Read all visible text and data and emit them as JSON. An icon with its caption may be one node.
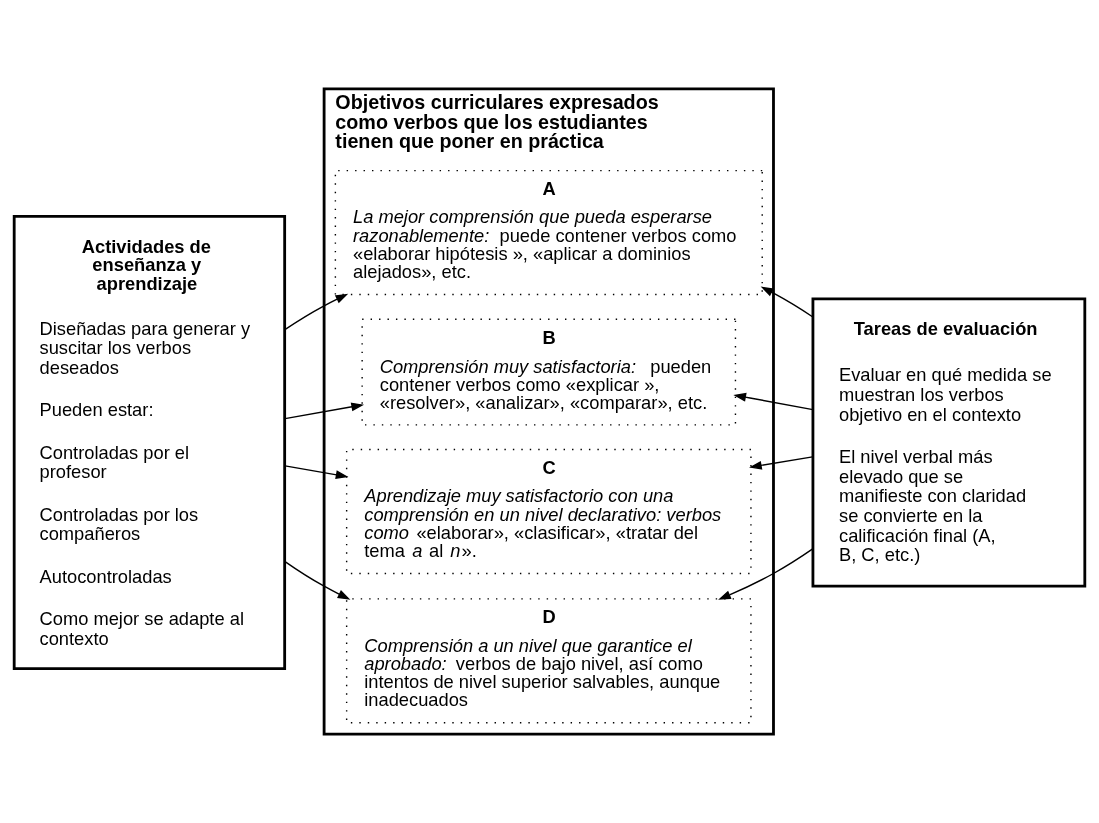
{
  "diagram": {
    "nodes": [
      {
        "text": [
          "Actividades de enseñanza y aprendizaje",
          "Diseñadas para generar y suscitar los verbos deseados",
          "Pueden estar:",
          "Controladas por el profesor",
          "Controladas por los compañeros",
          "Autocontroladas",
          "Como mejor se adapte al contexto"
        ]
      },
      {
        "text": [
          "Objetivos curriculares expresados como verbos que los estudiantes tienen que poner en práctica"
        ]
      },
      {
        "text": [
          "A",
          "*La mejor comprensión que pueda esperarse razonablemente:* puede contener verbos como «elaborar hipótesis », «aplicar a dominios alejados», etc."
        ],
        "in": 1
      },
      {
        "text": [
          "B",
          "*Comprensión muy satisfactoria:* pueden contener verbos como «explicar », «resolver», «analizar», «comparar», etc."
        ],
        "in": 1
      },
      {
        "text": [
          "C",
          "*Aprendizaje muy satisfactorio con una comprensión en un nivel declarativo: verbos como* «elaborar», «clasificar», «tratar del tema *a* al *n*»."
        ],
        "in": 1
      },
      {
        "text": [
          "D",
          "*Comprensión a un nivel que garantice el aprobado:* verbos de bajo nivel, así como intentos de nivel superior salvables, aunque inadecuados"
        ],
        "in": 1
      },
      {
        "text": [
          "Tareas de evaluación",
          "Evaluar en qué medida se muestran los verbos objetivo en el contexto",
          "El nivel verbal más elevado que se manifieste con claridad se convierte en la calificación final (A, B, C, etc.)"
        ]
      }
    ],
    "edges": [
      {
        "from": 0,
        "to": 2,
        "arrow": "to"
      },
      {
        "from": 0,
        "to": 3,
        "arrow": "to"
      },
      {
        "from": 0,
        "to": 4,
        "arrow": "to"
      },
      {
        "from": 0,
        "to": 5,
        "arrow": "to"
      },
      {
        "from": 6,
        "to": 2,
        "arrow": "to"
      },
      {
        "from": 6,
        "to": 3,
        "arrow": "to"
      },
      {
        "from": 6,
        "to": 4,
        "arrow": "to"
      },
      {
        "from": 6,
        "to": 5,
        "arrow": "to"
      }
    ]
  }
}
